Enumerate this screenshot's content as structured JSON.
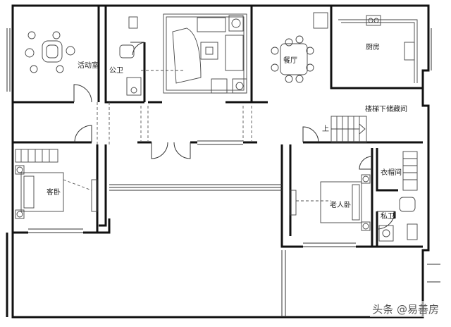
{
  "rooms": {
    "activity": "活动室",
    "public_bath": "公卫",
    "dining": "餐厅",
    "kitchen": "厨房",
    "storage": "楼梯下储藏间",
    "guest_bedroom": "客卧",
    "elder_bedroom": "老人卧",
    "closet": "衣帽间",
    "private_bath": "私卫",
    "stair_up": "上"
  },
  "watermark": "头条 @易善房"
}
